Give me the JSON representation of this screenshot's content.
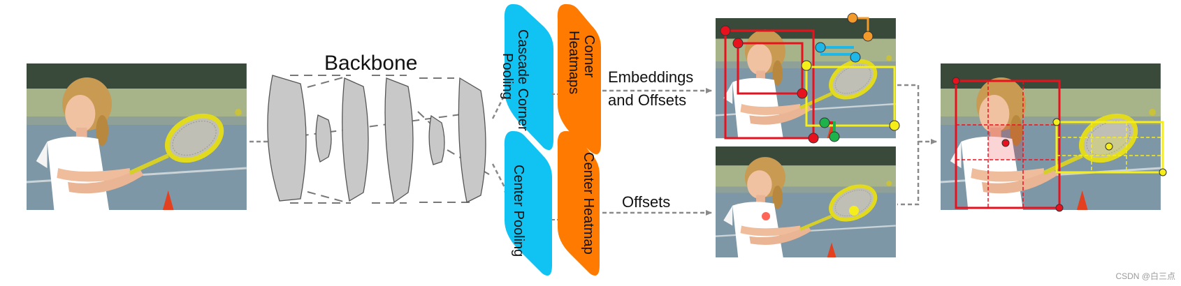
{
  "diagram": {
    "backbone_label": "Backbone",
    "cascade_corner_pooling": {
      "line1": "Cascade Corner",
      "line2": "Pooling"
    },
    "corner_heatmaps": {
      "line1": "Corner",
      "line2": "Heatmaps"
    },
    "center_pooling": "Center Pooling",
    "center_heatmap": "Center Heatmap",
    "embeddings_offsets": {
      "line1": "Embeddings",
      "line2": "and Offsets"
    },
    "offsets": "Offsets",
    "photo_subject": "girl-with-tennis-racket-photo"
  },
  "colors": {
    "pooling_blue": "#10C3F2",
    "heatmap_orange": "#FF7A00",
    "box_red": "#E8121E",
    "box_yellow": "#F5EE1A",
    "corner_orange": "#F39A2B",
    "corner_blue": "#1FB7E8",
    "corner_green": "#1DB34A",
    "arrow_gray": "#8A8A8A",
    "layer_gray": "#C8C8C8"
  },
  "watermark": "CSDN @白三点"
}
